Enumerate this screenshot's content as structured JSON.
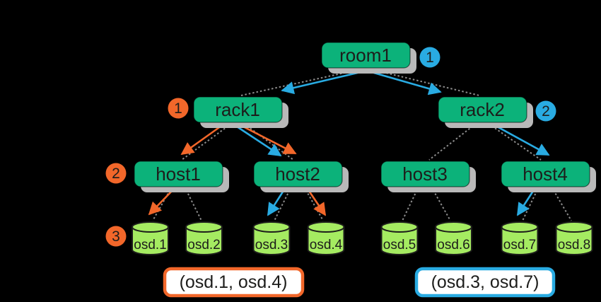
{
  "nodes": {
    "room1": {
      "label": "room1"
    },
    "rack1": {
      "label": "rack1"
    },
    "rack2": {
      "label": "rack2"
    },
    "host1": {
      "label": "host1"
    },
    "host2": {
      "label": "host2"
    },
    "host3": {
      "label": "host3"
    },
    "host4": {
      "label": "host4"
    },
    "osd1": {
      "label": "osd.1"
    },
    "osd2": {
      "label": "osd.2"
    },
    "osd3": {
      "label": "osd.3"
    },
    "osd4": {
      "label": "osd.4"
    },
    "osd5": {
      "label": "osd.5"
    },
    "osd6": {
      "label": "osd.6"
    },
    "osd7": {
      "label": "osd.7"
    },
    "osd8": {
      "label": "osd.8"
    }
  },
  "badges": {
    "orange": [
      {
        "value": "1",
        "next_to": "rack1"
      },
      {
        "value": "2",
        "next_to": "host1"
      },
      {
        "value": "3",
        "next_to": "osd.1"
      }
    ],
    "blue": [
      {
        "value": "1",
        "next_to": "room1"
      },
      {
        "value": "2",
        "next_to": "rack2"
      }
    ]
  },
  "results": {
    "orange": {
      "label": "(osd.1, osd.4)"
    },
    "blue": {
      "label": "(osd.3, osd.7)"
    }
  },
  "edges": {
    "tree_dotted": [
      "room1-rack1",
      "room1-rack2",
      "rack1-host1",
      "rack1-host2",
      "rack2-host3",
      "rack2-host4",
      "host1-osd.1",
      "host1-osd.2",
      "host2-osd.3",
      "host2-osd.4",
      "host3-osd.5",
      "host3-osd.6",
      "host4-osd.7",
      "host4-osd.8"
    ],
    "blue_arrows": [
      "room1-rack1",
      "room1-rack2",
      "rack1-host2",
      "rack2-host4",
      "host2-osd.3",
      "host4-osd.7"
    ],
    "orange_arrows": [
      "rack1-host1",
      "rack1-host2",
      "host1-osd.1",
      "host2-osd.4"
    ]
  },
  "colors": {
    "node_fill": "#0cb27a",
    "osd_fill": "#a5eb61",
    "orange": "#f2672a",
    "blue": "#29abe2",
    "shadow": "#b9b9b9",
    "dotted_edge": "#8c8c8c",
    "text": "#1d1d1b",
    "background": "#000000",
    "result_box_fill": "#ffffff"
  }
}
